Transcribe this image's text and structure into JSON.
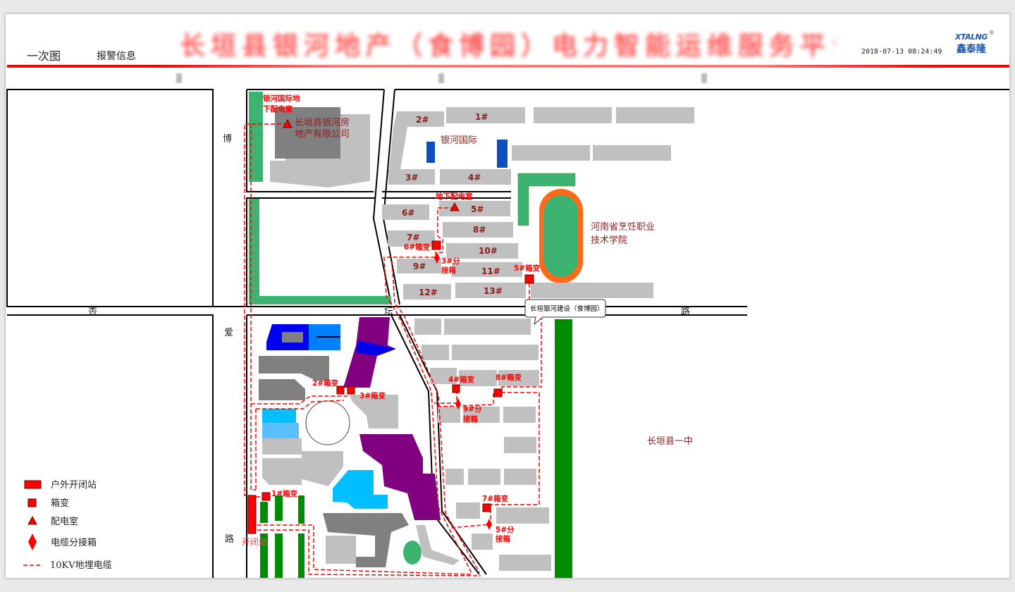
{
  "header": {
    "title": "长垣县银河地产（食博园）电力智能运维服务平台",
    "tabs": [
      {
        "label": "一次图"
      },
      {
        "label": "报警信息"
      }
    ],
    "datetime": "2018-07-13 08:24:49",
    "logo_en": "XTALNG",
    "logo_cn": "鑫泰隆",
    "logo_reg": "®"
  },
  "roads": {
    "boai": [
      "博",
      "爱",
      "路"
    ],
    "xingtan": [
      "杏",
      "坛",
      "路"
    ]
  },
  "areas": {
    "yinhe_intl": "银河国际",
    "company": [
      "长垣县银河房",
      "地产有限公司"
    ],
    "college": [
      "河南省烹饪职业",
      "技术学院"
    ],
    "school": "长垣县一中",
    "callout": "长垣银河建设（食博园）"
  },
  "buildings": {
    "b1": "1#",
    "b2": "2#",
    "b3": "3#",
    "b4": "4#",
    "b5": "5#",
    "b6": "6#",
    "b7": "7#",
    "b8": "8#",
    "b9": "9#",
    "b10": "10#",
    "b11": "11#",
    "b12": "12#",
    "b13": "13#"
  },
  "equipment": {
    "room1": [
      "银河国际地",
      "下配电室"
    ],
    "room2": "地下配电室",
    "t1": "1#箱变",
    "t2": "2#箱变",
    "t3": "3#箱变",
    "t4": "4#箱变",
    "t5": "5#箱变",
    "t6": "6#箱变",
    "t7": "7#箱变",
    "t8": "8#箱变",
    "j3": [
      "3#分",
      "接箱"
    ],
    "j5": [
      "5#分",
      "接箱"
    ],
    "j9": [
      "9#分",
      "接箱"
    ],
    "switch_station": "开闭站"
  },
  "legend": [
    {
      "label": "户外开闭站"
    },
    {
      "label": "箱变"
    },
    {
      "label": "配电室"
    },
    {
      "label": "电缆分接箱"
    },
    {
      "label": "10KV地埋电缆"
    }
  ],
  "colors": {
    "accent": "#ff0000",
    "label": "#8b1a1a",
    "green": "#3cb371",
    "track": "#ff6a1a"
  }
}
